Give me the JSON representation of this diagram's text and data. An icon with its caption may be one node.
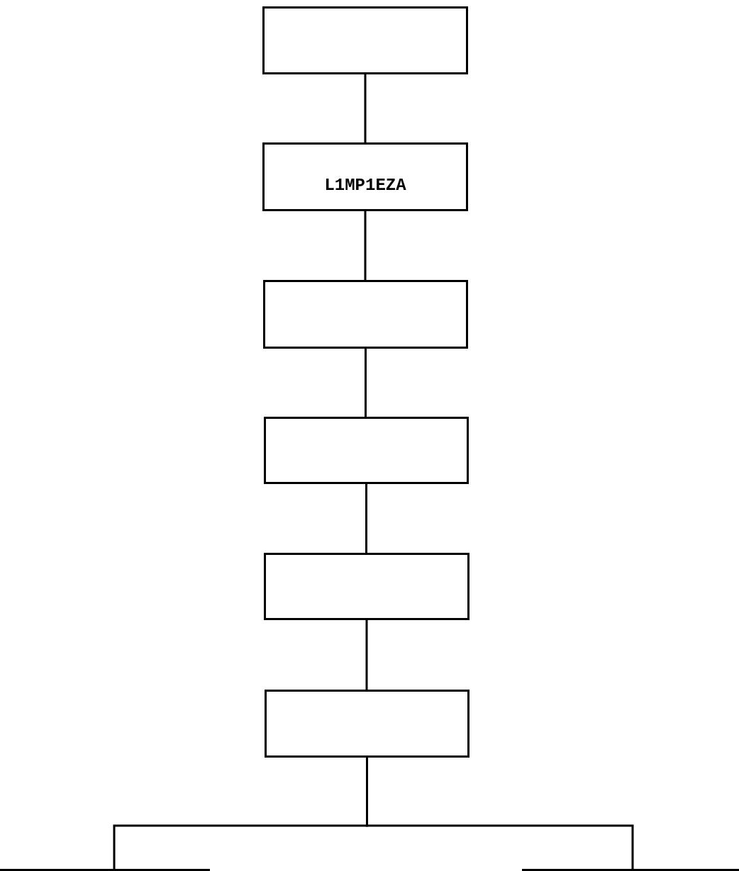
{
  "diagram": {
    "nodes": [
      {
        "text": [],
        "shape": "box"
      },
      {
        "text": [
          "L1MP1EZA"
        ]
      },
      {
        "text": [],
        "shape": "box"
      },
      {
        "text": [],
        "shape": "box"
      },
      {
        "text": [],
        "shape": "box"
      },
      {
        "text": [],
        "shape": "box"
      },
      {
        "text": [],
        "shape": "box"
      },
      {
        "text": [],
        "shape": "box"
      }
    ],
    "edges": [
      {
        "from": 0,
        "to": 1,
        "arrow": "none"
      },
      {
        "from": 1,
        "to": 2,
        "arrow": "none"
      },
      {
        "from": 2,
        "to": 3,
        "arrow": "none"
      },
      {
        "from": 3,
        "to": 4,
        "arrow": "none"
      },
      {
        "from": 4,
        "to": 5,
        "arrow": "none"
      },
      {
        "from": 5,
        "to": 6,
        "arrow": "none"
      },
      {
        "from": 5,
        "to": 7,
        "arrow": "none"
      }
    ]
  }
}
